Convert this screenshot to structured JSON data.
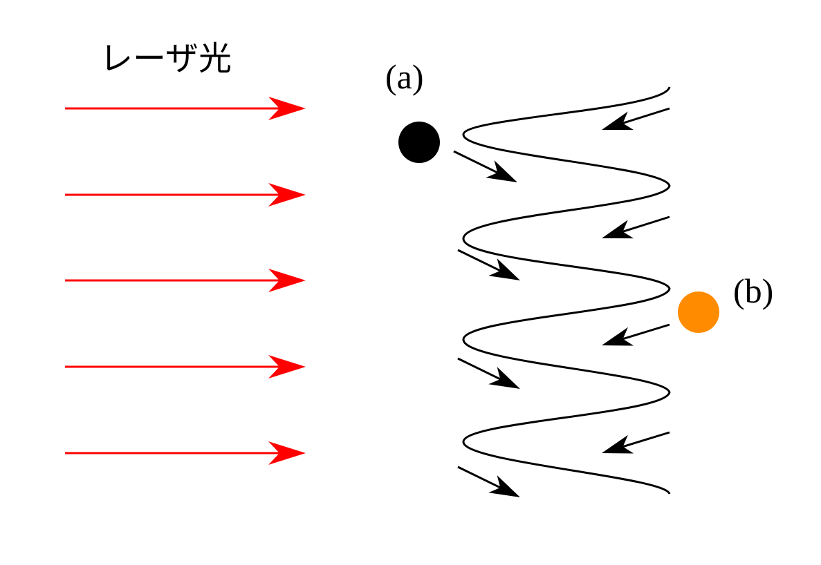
{
  "labels": {
    "laser": "レーザ光",
    "particle_a": "(a)",
    "particle_b": "(b)"
  },
  "colors": {
    "laser_arrow": "#ff0000",
    "particle_a": "#000000",
    "particle_b": "#ff8c00",
    "wave_line": "#000000"
  }
}
